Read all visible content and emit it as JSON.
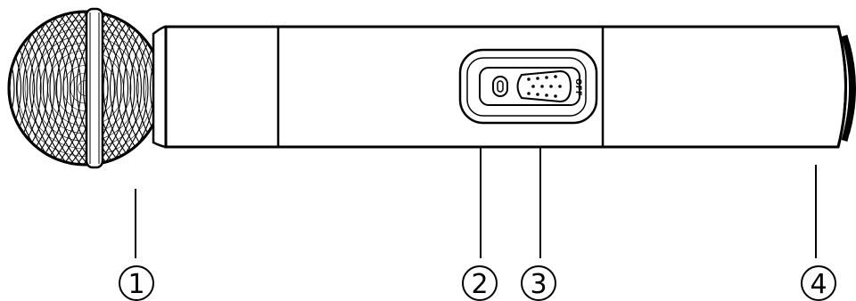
{
  "diagram": {
    "callouts": [
      {
        "id": "head",
        "number": "1"
      },
      {
        "id": "switch-left",
        "number": "2"
      },
      {
        "id": "switch-right",
        "number": "3"
      },
      {
        "id": "end-cap",
        "number": "4"
      }
    ],
    "switch": {
      "label": "OFF"
    }
  }
}
